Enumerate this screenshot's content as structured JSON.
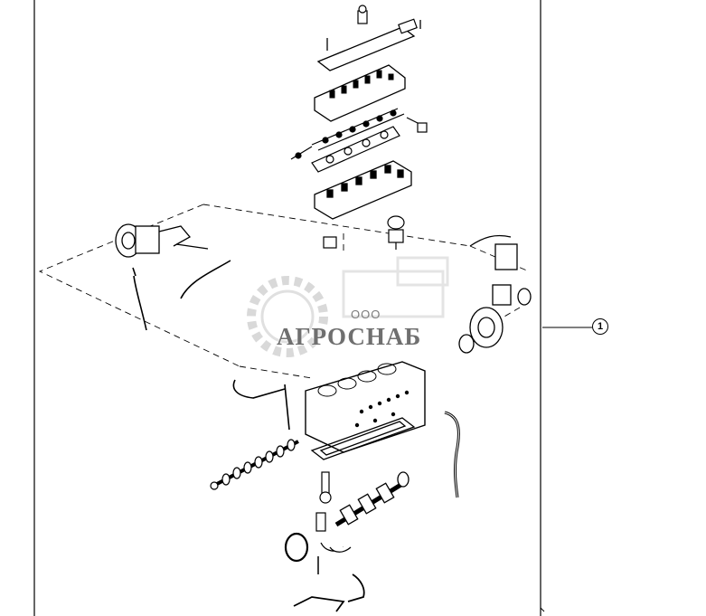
{
  "diagram": {
    "callouts": [
      {
        "label": "1"
      }
    ]
  },
  "watermark": {
    "company_prefix": "ООО",
    "company_name": "АГРОСНАБ"
  }
}
